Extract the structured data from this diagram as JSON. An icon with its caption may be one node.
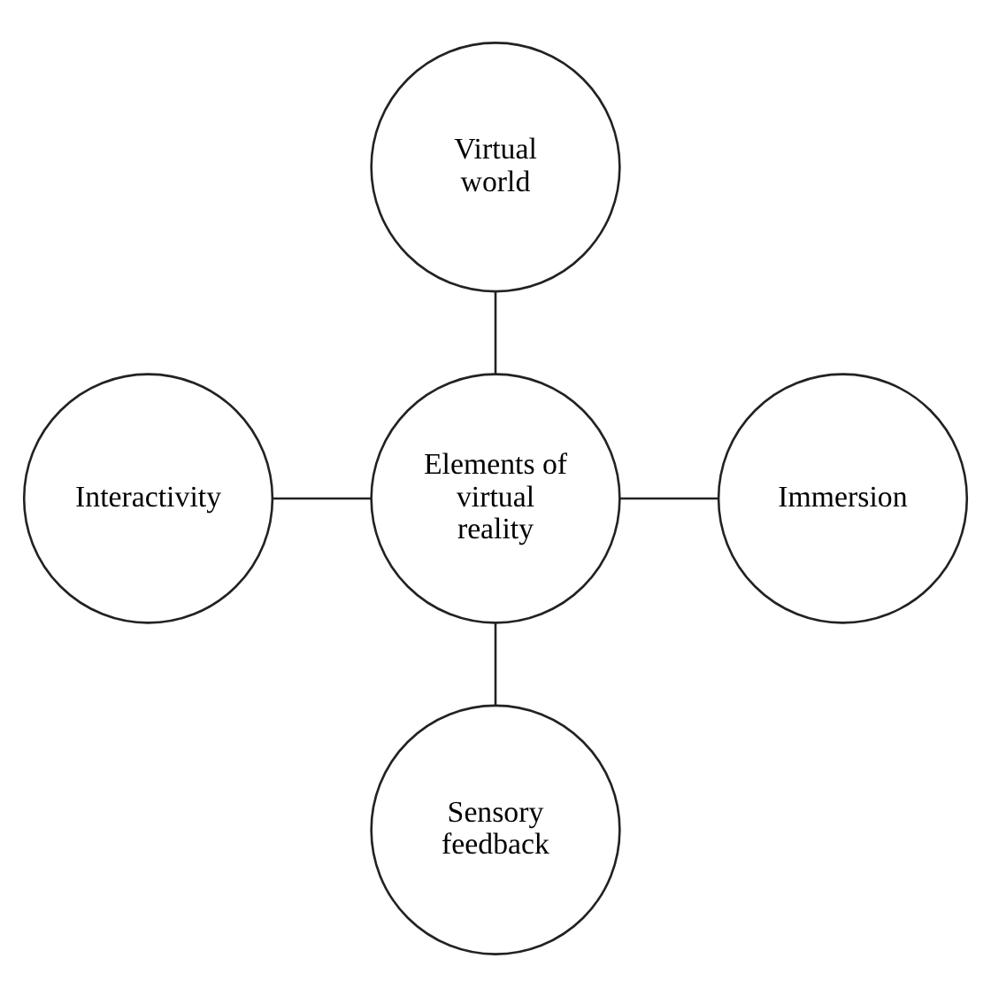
{
  "diagram": {
    "nodes": [
      {
        "text": [
          "Virtual world"
        ]
      },
      {
        "text": [
          "Interactivity"
        ]
      },
      {
        "text": [
          "Elements of virtual reality"
        ]
      },
      {
        "text": [
          "Immersion"
        ]
      },
      {
        "text": [
          "Sensory feedback"
        ]
      }
    ],
    "edges": [
      {
        "from": 0,
        "to": 2,
        "arrow": "none"
      },
      {
        "from": 1,
        "to": 2,
        "arrow": "none"
      },
      {
        "from": 2,
        "to": 3,
        "arrow": "none"
      },
      {
        "from": 2,
        "to": 4,
        "arrow": "none"
      }
    ]
  }
}
